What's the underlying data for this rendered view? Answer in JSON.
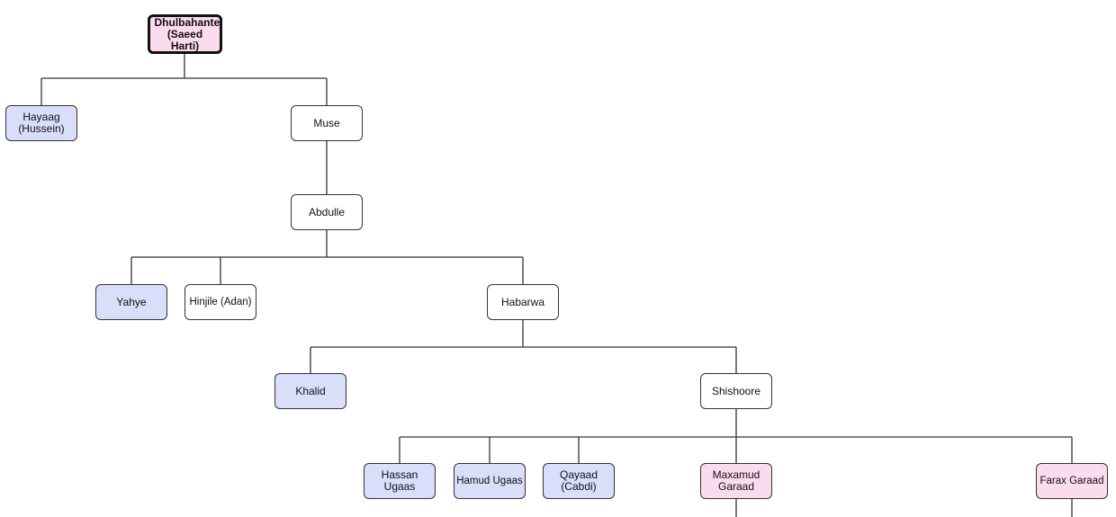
{
  "title": "Dhulbahante family tree",
  "colors": {
    "root": "#fbdcee",
    "blue": "#d9defb",
    "pink": "#fbdcee",
    "plain": "#ffffff",
    "line": "#333333"
  },
  "nodes": {
    "root": "Dhulbahante (Saeed Harti)",
    "hayaag": "Hayaag (Hussein)",
    "muse": "Muse",
    "abdulle": "Abdulle",
    "yahye": "Yahye",
    "hinjile": "Hinjile (Adan)",
    "habarwa": "Habarwa",
    "khalid": "Khalid",
    "shishoore": "Shishoore",
    "hassan": "Hassan Ugaas",
    "hamud": "Hamud Ugaas",
    "qayaad": "Qayaad (Cabdi)",
    "maxamud": "Maxamud Garaad",
    "farax": "Farax Garaad"
  }
}
